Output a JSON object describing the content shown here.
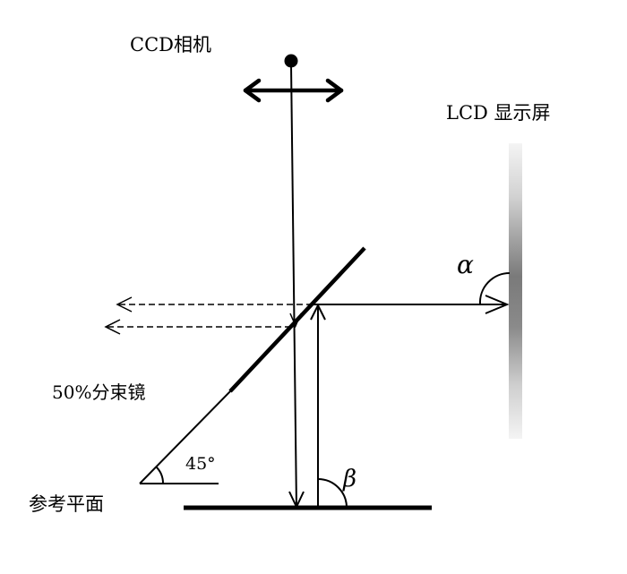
{
  "labels": {
    "camera": "CCD相机",
    "lcd_screen": "LCD 显示屏",
    "beam_splitter": "50%分束镜",
    "reference_plane": "参考平面",
    "angle_45": "45°",
    "alpha": "α",
    "beta": "β"
  },
  "colors": {
    "line": "#000000",
    "screen_dark": "#707070",
    "screen_light": "#f2f2f2"
  }
}
